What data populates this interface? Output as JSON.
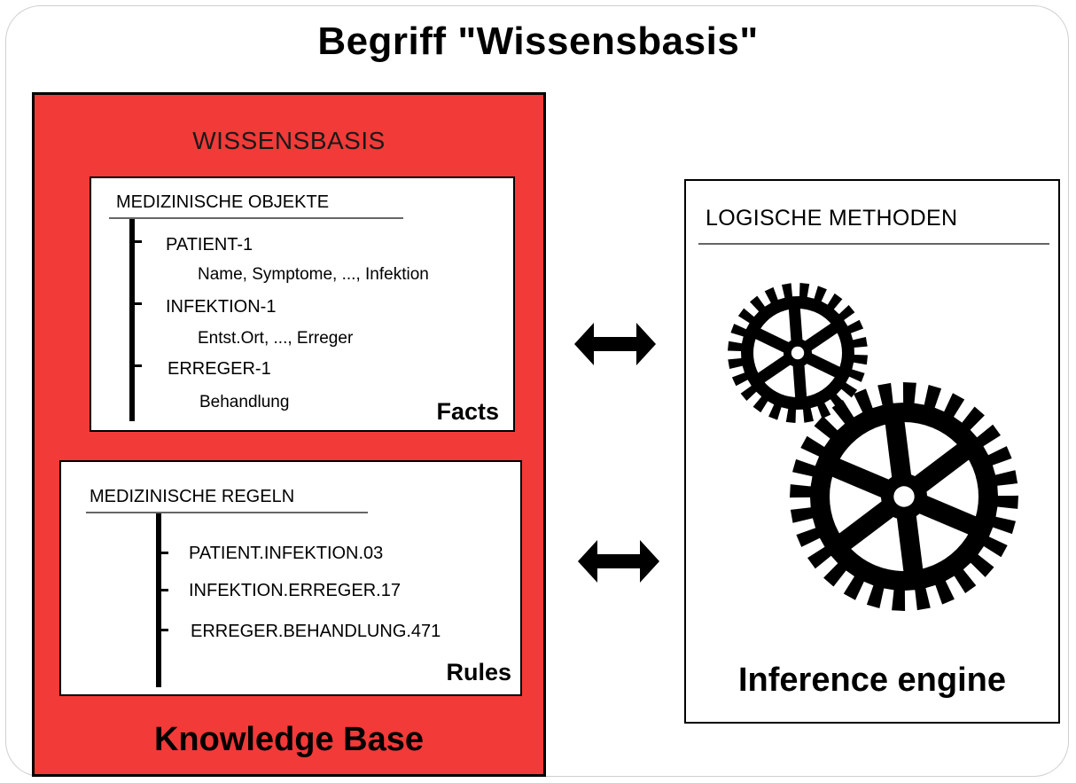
{
  "title": "Begriff  \"Wissensbasis\"",
  "knowledge_base": {
    "heading": "WISSENSBASIS",
    "footer": "Knowledge Base",
    "facts": {
      "title": "MEDIZINISCHE OBJEKTE",
      "items": [
        {
          "label": "PATIENT-1",
          "detail": "Name, Symptome, ..., Infektion"
        },
        {
          "label": "INFEKTION-1",
          "detail": "Entst.Ort, ..., Erreger"
        },
        {
          "label": "ERREGER-1",
          "detail": "Behandlung"
        }
      ],
      "tag": "Facts"
    },
    "rules": {
      "title": "MEDIZINISCHE REGELN",
      "items": [
        "PATIENT.INFEKTION.03",
        "INFEKTION.ERREGER.17",
        "ERREGER.BEHANDLUNG.471"
      ],
      "tag": "Rules"
    }
  },
  "logic": {
    "title": "LOGISCHE METHODEN",
    "footer": "Inference engine"
  },
  "colors": {
    "knowledge_base_fill": "#f23a38",
    "outline": "#000000"
  },
  "icons": [
    "double-arrow-icon",
    "gear-icon"
  ]
}
